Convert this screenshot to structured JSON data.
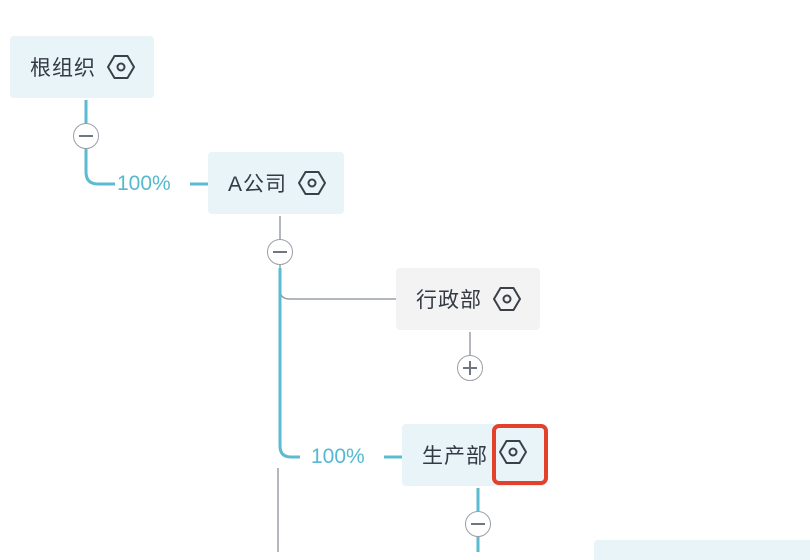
{
  "tree": {
    "root": {
      "label": "根组织",
      "icon": "hexagon-nut-icon"
    },
    "company_a": {
      "label": "A公司",
      "icon": "hexagon-nut-icon",
      "share_label": "100%"
    },
    "admin_dept": {
      "label": "行政部",
      "icon": "hexagon-nut-icon"
    },
    "production_dept": {
      "label": "生产部",
      "icon": "hexagon-nut-icon",
      "share_label": "100%"
    }
  },
  "colors": {
    "accent_line": "#5bbcd1",
    "plain_line": "#9aa0a8",
    "node_blue": "#e8f4f8",
    "node_gray": "#f3f3f3",
    "highlight": "#e3412c"
  }
}
